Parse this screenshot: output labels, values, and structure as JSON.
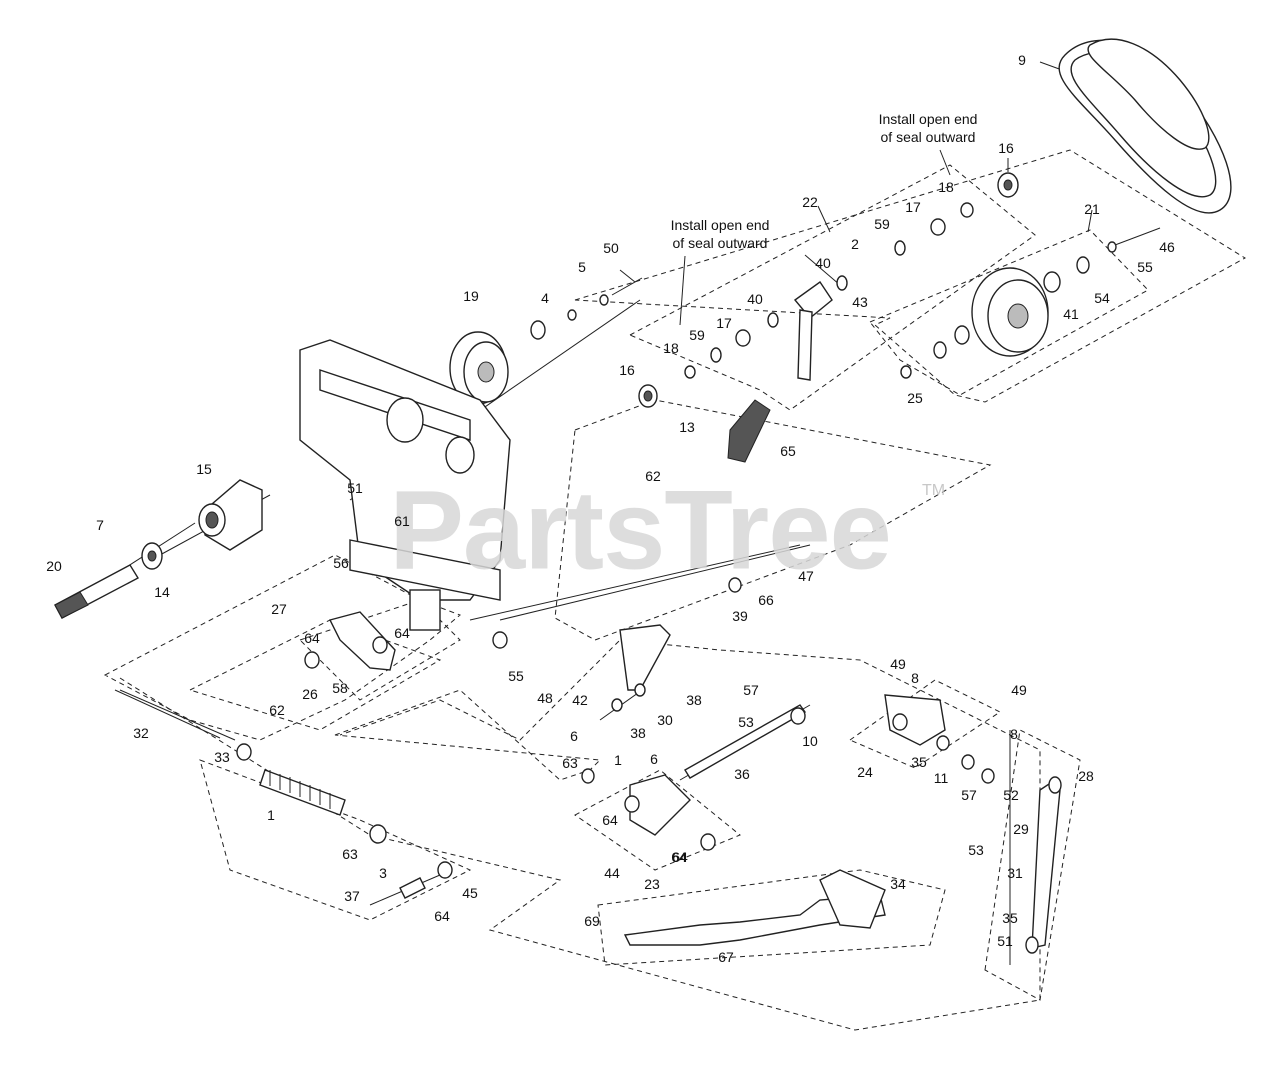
{
  "watermark": {
    "text": "PartsTree",
    "trademark": "TM"
  },
  "notes": [
    {
      "id": "note-upper",
      "line1": "Install open end",
      "line2": "of seal outward"
    },
    {
      "id": "note-lower",
      "line1": "Install open end",
      "line2": "of seal outward"
    }
  ],
  "callouts": [
    "9",
    "16",
    "18",
    "17",
    "59",
    "22",
    "2",
    "21",
    "46",
    "55",
    "54",
    "41",
    "40",
    "43",
    "50",
    "5",
    "4",
    "19",
    "18",
    "59",
    "17",
    "40",
    "16",
    "25",
    "13",
    "62",
    "65",
    "15",
    "51",
    "61",
    "7",
    "20",
    "14",
    "56",
    "47",
    "66",
    "39",
    "27",
    "64",
    "64",
    "55",
    "48",
    "26",
    "58",
    "62",
    "42",
    "38",
    "30",
    "38",
    "57",
    "49",
    "8",
    "49",
    "53",
    "10",
    "32",
    "6",
    "6",
    "63",
    "1",
    "36",
    "64",
    "64",
    "8",
    "24",
    "35",
    "33",
    "1",
    "63",
    "11",
    "57",
    "52",
    "28",
    "29",
    "53",
    "31",
    "35",
    "51",
    "3",
    "45",
    "37",
    "64",
    "44",
    "23",
    "64",
    "34",
    "69",
    "67"
  ]
}
